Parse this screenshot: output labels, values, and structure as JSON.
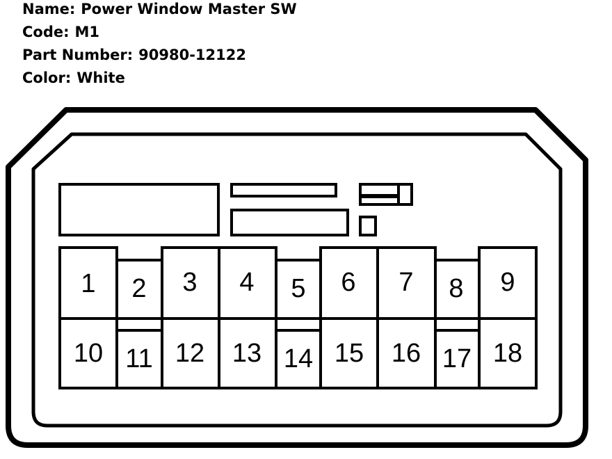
{
  "header": {
    "name_label": "Name:",
    "name_value": "Power Window Master SW",
    "code_label": "Code:",
    "code_value": "M1",
    "part_label": "Part Number:",
    "part_value": "90980-12122",
    "color_label": "Color:",
    "color_value": "White"
  },
  "connector": {
    "pins": [
      "1",
      "2",
      "3",
      "4",
      "5",
      "6",
      "7",
      "8",
      "9",
      "10",
      "11",
      "12",
      "13",
      "14",
      "15",
      "16",
      "17",
      "18"
    ]
  },
  "colors": {
    "line": "#000000",
    "background": "#ffffff"
  }
}
